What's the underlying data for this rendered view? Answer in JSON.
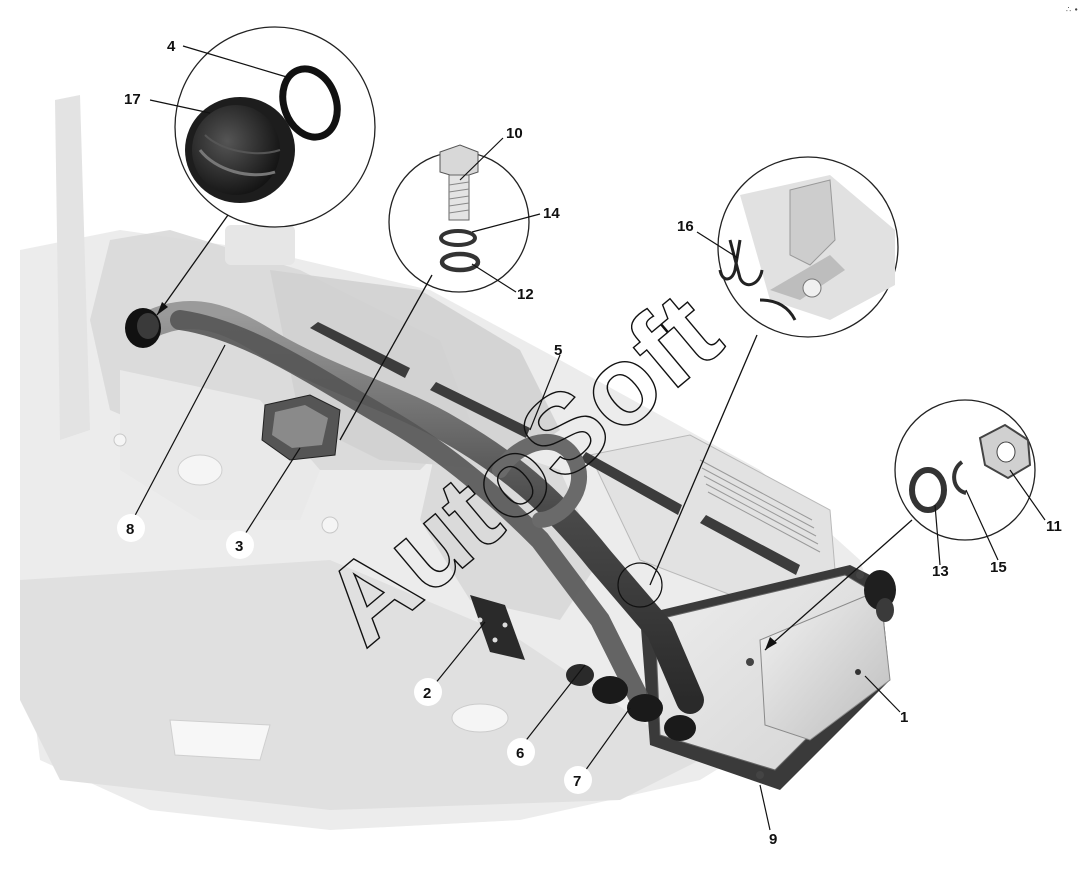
{
  "watermark": "AutoSoft",
  "corner_mark": "∴ ∙",
  "callouts": {
    "c1": "1",
    "c2": "2",
    "c3": "3",
    "c4": "4",
    "c5": "5",
    "c6": "6",
    "c7": "7",
    "c8": "8",
    "c9": "9",
    "c10": "10",
    "c11": "11",
    "c12": "12",
    "c13": "13",
    "c14": "14",
    "c15": "15",
    "c16": "16",
    "c17": "17"
  },
  "colors": {
    "background": "#ffffff",
    "frame_light": "#e6e6e6",
    "frame_mid": "#cfcfcf",
    "pipe_dark": "#3c3c3c",
    "rubber": "#1a1a1a",
    "line": "#111111"
  }
}
